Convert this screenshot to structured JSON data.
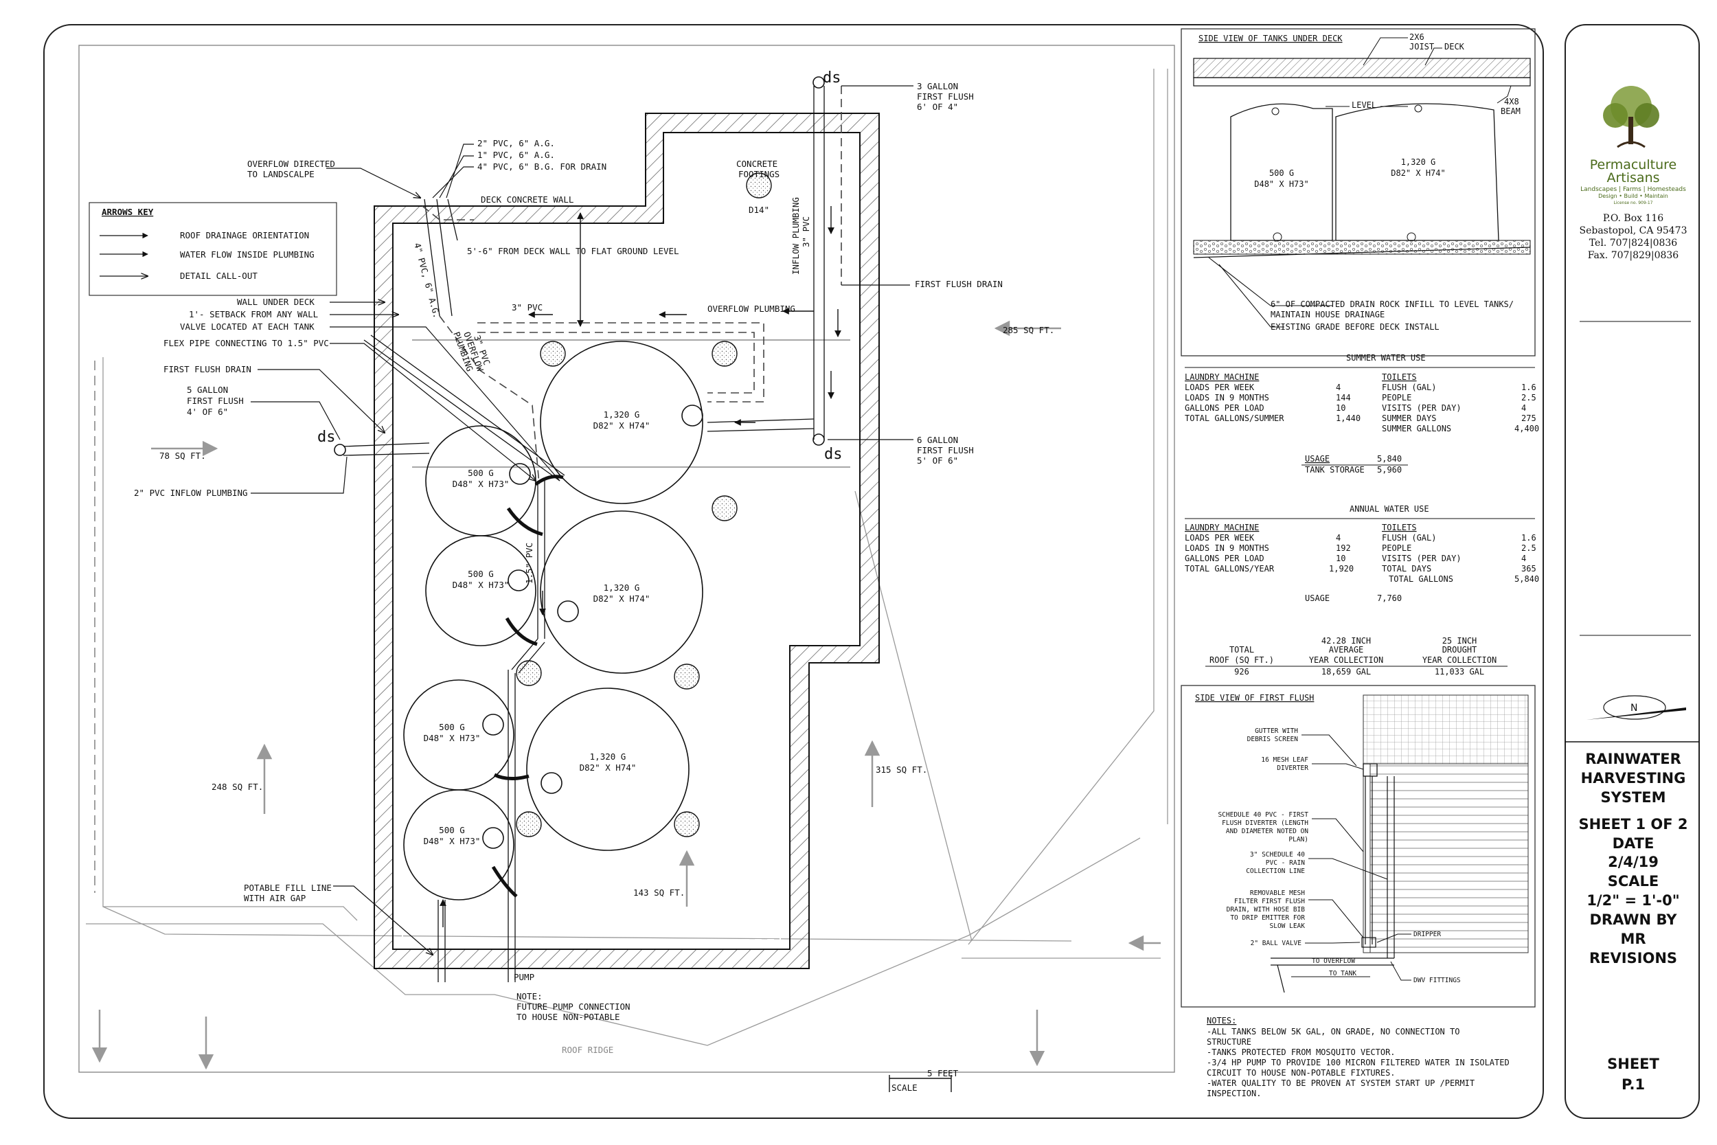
{
  "plan": {
    "ds": "ds",
    "labels": {
      "pvc2": "2\" PVC, 6\" A.G.",
      "pvc1": "1\" PVC, 6\" A.G.",
      "pvc4": "4\" PVC, 6\" B.G. FOR DRAIN",
      "overflow_directed_1": "OVERFLOW DIRECTED",
      "overflow_directed_2": "TO LANDSCALPE",
      "deck_wall": "DECK CONCRETE WALL",
      "concrete_footings_1": "CONCRETE",
      "concrete_footings_2": "FOOTINGS",
      "d14": "D14\"",
      "gallon3_1": "3 GALLON",
      "gallon3_2": "FIRST FLUSH",
      "gallon3_3": "6' OF 4\"",
      "deck_to_ground": "5'-6\" FROM DECK WALL TO FLAT GROUND LEVEL",
      "pvc4_vert": "4\" PVC, 6\" A.G.",
      "wall_under_deck": "WALL UNDER DECK",
      "setback": "1'- SETBACK FROM ANY WALL",
      "valve": "VALVE LOCATED AT EACH TANK",
      "flex_pipe": "FLEX PIPE CONNECTING TO 1.5\" PVC",
      "first_flush_drain_l": "FIRST FLUSH DRAIN",
      "gallon5_1": "5 GALLON",
      "gallon5_2": "FIRST FLUSH",
      "gallon5_3": "4' OF 6\"",
      "sqft78": "78 SQ FT.",
      "inflow2": "2\" PVC INFLOW PLUMBING",
      "pvc3": "3\" PVC",
      "overflow_plumbing": "OVERFLOW PLUMBING",
      "pvc3_overflow_1": "3\" PVC",
      "pvc3_overflow_2": "OVERFLOW",
      "pvc3_overflow_3": "PLUMBING",
      "inflow_plumbing_1": "INFLOW PLUMBING",
      "inflow_plumbing_2": "3\" PVC",
      "first_flush_drain_r": "FIRST FLUSH DRAIN",
      "sqft285": "285 SQ FT.",
      "gallon6_1": "6 GALLON",
      "gallon6_2": "FIRST FLUSH",
      "gallon6_3": "5' OF 6\"",
      "pvc15": "1.5\" PVC",
      "sqft248": "248 SQ FT.",
      "sqft315": "315 SQ FT.",
      "sqft143": "143 SQ FT.",
      "potable_1": "POTABLE FILL LINE",
      "potable_2": "WITH AIR GAP",
      "pump": "PUMP",
      "note_1": "NOTE:",
      "note_2": "FUTURE PUMP CONNECTION",
      "note_3": "TO HOUSE NON-POTABLE",
      "roof_ridge": "ROOF RIDGE",
      "scale_feet": "5 FEET",
      "scale_word": "SCALE"
    },
    "tank_small": {
      "cap": "500 G",
      "dim": "D48\" X H73\""
    },
    "tank_large": {
      "cap": "1,320 G",
      "dim": "D82\" X H74\""
    }
  },
  "arrows_key": {
    "title": "ARROWS KEY",
    "items": [
      "ROOF DRAINAGE ORIENTATION",
      "WATER FLOW INSIDE PLUMBING",
      "DETAIL CALL-OUT"
    ]
  },
  "side_view_tanks": {
    "title": "SIDE VIEW OF TANKS UNDER DECK",
    "joist_1": "2X6",
    "joist_2": "JOIST",
    "deck": "DECK",
    "level": "LEVEL",
    "beam_1": "4X8",
    "beam_2": "BEAM",
    "note_1": "6\" OF COMPACTED DRAIN ROCK INFILL TO LEVEL TANKS/",
    "note_2": "MAINTAIN HOUSE DRAINAGE",
    "grade": "EXISTING GRADE BEFORE DECK INSTALL"
  },
  "summer": {
    "title": "SUMMER WATER USE",
    "laundry_head": "LAUNDRY MACHINE",
    "laundry": [
      [
        "LOADS PER WEEK",
        "4"
      ],
      [
        "LOADS IN 9 MONTHS",
        "144"
      ],
      [
        "GALLONS PER LOAD",
        "10"
      ],
      [
        "TOTAL GALLONS/SUMMER",
        "1,440"
      ]
    ],
    "toilets_head": "TOILETS",
    "toilets": [
      [
        "FLUSH (GAL)",
        "1.6"
      ],
      [
        "PEOPLE",
        "2.5"
      ],
      [
        "VISITS (PER DAY)",
        "4"
      ],
      [
        "SUMMER DAYS",
        "275"
      ],
      [
        "SUMMER GALLONS",
        "4,400"
      ]
    ],
    "usage_label": "USAGE",
    "usage": "5,840",
    "storage_label": "TANK STORAGE",
    "storage": "5,960"
  },
  "annual": {
    "title": "ANNUAL WATER USE",
    "laundry_head": "LAUNDRY MACHINE",
    "laundry": [
      [
        "LOADS PER WEEK",
        "4"
      ],
      [
        "LOADS IN 9 MONTHS",
        "192"
      ],
      [
        "GALLONS PER LOAD",
        "10"
      ],
      [
        "TOTAL GALLONS/YEAR",
        "1,920"
      ]
    ],
    "toilets_head": "TOILETS",
    "toilets": [
      [
        "FLUSH (GAL)",
        "1.6"
      ],
      [
        "PEOPLE",
        "2.5"
      ],
      [
        "VISITS (PER DAY)",
        "4"
      ],
      [
        "TOTAL DAYS",
        "365"
      ],
      [
        "TOTAL GALLONS",
        "5,840"
      ]
    ],
    "usage_label": "USAGE",
    "usage": "7,760"
  },
  "collection": {
    "c1": [
      "TOTAL",
      "ROOF (SQ FT.)",
      "926"
    ],
    "c2": [
      "42.28 INCH",
      "AVERAGE",
      "YEAR COLLECTION",
      "18,659 GAL"
    ],
    "c3": [
      "25 INCH",
      "DROUGHT",
      "YEAR COLLECTION",
      "11,033 GAL"
    ]
  },
  "first_flush_view": {
    "title": "SIDE VIEW OF FIRST FLUSH",
    "gutter_1": "GUTTER WITH",
    "gutter_2": "DEBRIS SCREEN",
    "mesh_1": "16 MESH LEAF",
    "mesh_2": "DIVERTER",
    "sch_1": "SCHEDULE 40 PVC - FIRST",
    "sch_2": "FLUSH DIVERTER (LENGTH",
    "sch_3": "AND DIAMETER NOTED ON",
    "sch_4": "PLAN)",
    "rain_1": "3\" SCHEDULE 40",
    "rain_2": "PVC - RAIN",
    "rain_3": "COLLECTION LINE",
    "filter_1": "REMOVABLE MESH",
    "filter_2": "FILTER FIRST FLUSH",
    "filter_3": "DRAIN, WITH HOSE BIB",
    "filter_4": "TO DRIP EMITTER FOR",
    "filter_5": "SLOW LEAK",
    "ball": "2\" BALL VALVE",
    "dripper": "DRIPPER",
    "to_overflow": "TO OVERFLOW",
    "to_tank": "TO TANK",
    "dwv": "DWV FITTINGS"
  },
  "notes": {
    "title": "NOTES:",
    "lines": [
      "-ALL TANKS BELOW 5K GAL, ON GRADE, NO CONNECTION TO",
      "STRUCTURE",
      "-TANKS PROTECTED FROM MOSQUITO VECTOR.",
      "-3/4 HP PUMP TO PROVIDE 100 MICRON FILTERED WATER IN ISOLATED",
      "CIRCUIT TO HOUSE NON-POTABLE FIXTURES.",
      "-WATER QUALITY TO BE PROVEN AT SYSTEM START UP /PERMIT",
      "INSPECTION."
    ]
  },
  "title_block": {
    "company_1": "Permaculture",
    "company_2": "Artisans",
    "tagline": "Landscapes | Farms | Homesteads",
    "tagline2": "Design • Build • Maintain",
    "license": "License no. 909-17",
    "box": "P.O. Box 116",
    "city": "Sebastopol, CA  95473",
    "tel": "Tel. 707|824|0836",
    "fax": "Fax. 707|829|0836",
    "north": "N",
    "title_1": "RAINWATER",
    "title_2": "HARVESTING",
    "title_3": "SYSTEM",
    "sheet_of": "SHEET 1 OF 2",
    "date_label": "DATE",
    "date": "2/4/19",
    "scale_label": "SCALE",
    "scale": "1/2\" = 1'-0\"",
    "drawn_label": "DRAWN BY",
    "drawn": "MR",
    "revisions": "REVISIONS",
    "sheet_label": "SHEET",
    "sheet_no": "P.1"
  },
  "colors": {
    "line": "#111111",
    "grey": "#9a9a9a",
    "tree_green": "#6d8b2a"
  }
}
